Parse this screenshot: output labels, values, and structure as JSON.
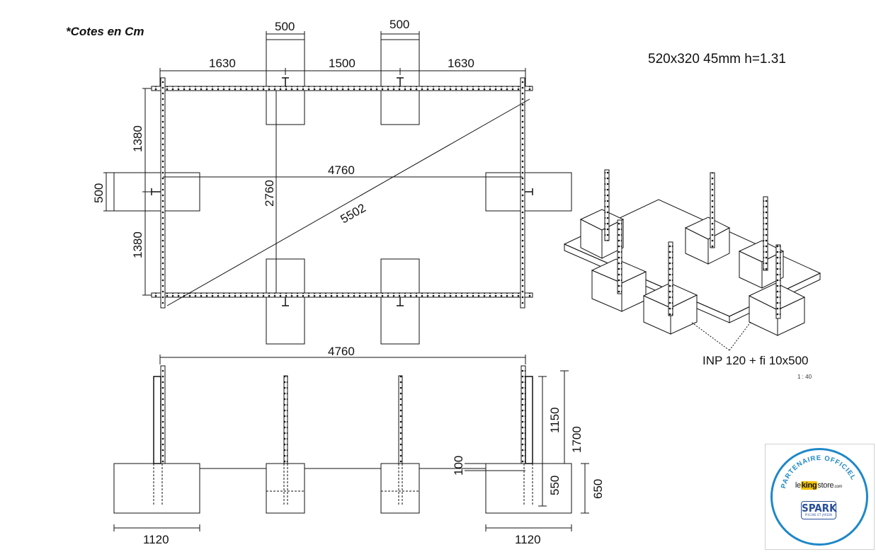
{
  "units_note": "*Cotes en Cm",
  "spec_note": "520x320 45mm h=1.31",
  "plan": {
    "top_widths": [
      "500",
      "500"
    ],
    "top_spans": [
      "1630",
      "1500",
      "1630"
    ],
    "left_spans": [
      "1380",
      "1380"
    ],
    "left_width": "500",
    "length": "4760",
    "width": "2760",
    "diagonal": "5502"
  },
  "elevation": {
    "length": "4760",
    "post_height_above": "1150",
    "total_height": "1700",
    "gap": "100",
    "embed_depth": "550",
    "footing_depth": "650",
    "footing_widths": [
      "1120",
      "1120"
    ]
  },
  "iso": {
    "label": "INP 120  + fi 10x500",
    "scale": "1 : 40"
  },
  "badge": {
    "arc_text": "PARTENAIRE OFFICIEL",
    "store_pre": "le",
    "store_king": "king",
    "store_post": "store",
    "store_suffix": ".com",
    "spark": "SPARK",
    "spark_sub": "PISCINE ET JARDIN"
  },
  "colors": {
    "line": "#111111",
    "badge_blue": "#1e88c8",
    "badge_yellow": "#f2c200",
    "spark_blue": "#2a4f9a"
  }
}
